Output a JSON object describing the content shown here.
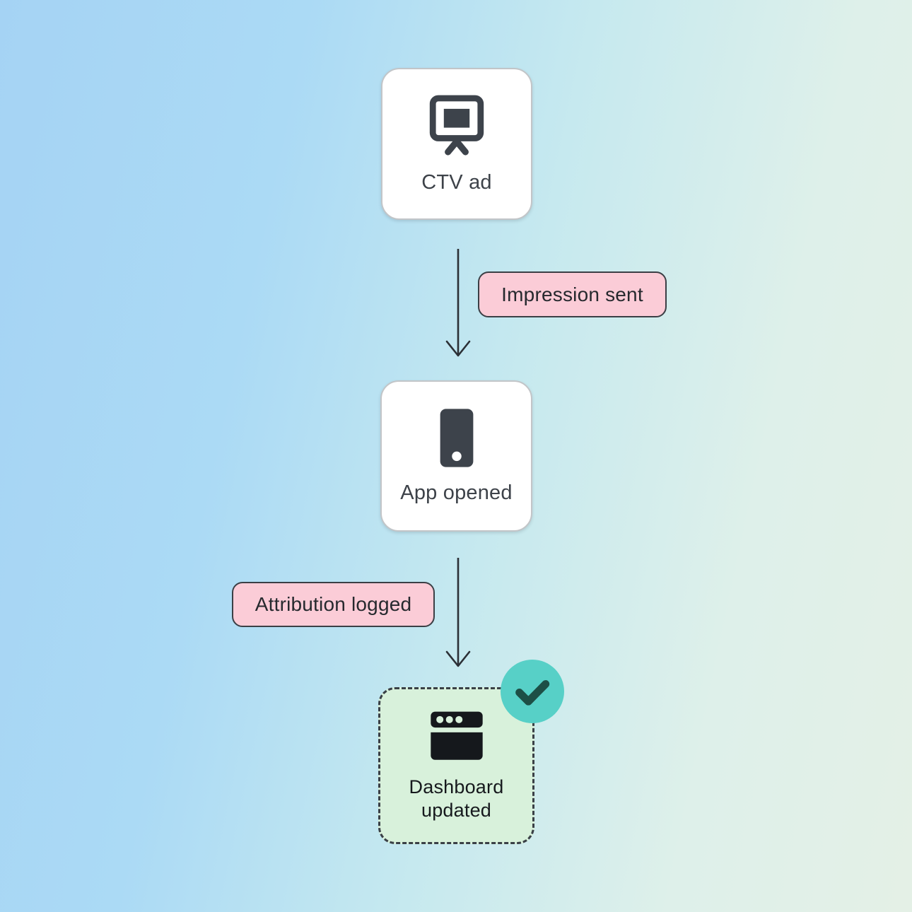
{
  "diagram": {
    "nodes": [
      {
        "id": "ctv-ad",
        "label": "CTV ad",
        "icon": "tv-presentation-icon",
        "style": "card"
      },
      {
        "id": "app-opened",
        "label": "App opened",
        "icon": "smartphone-icon",
        "style": "card"
      },
      {
        "id": "dashboard-updated",
        "label": "Dashboard updated",
        "icon": "browser-window-icon",
        "style": "card-dashed-success",
        "status_icon": "check-icon"
      }
    ],
    "edges": [
      {
        "from": "ctv-ad",
        "to": "app-opened",
        "label": "Impression sent"
      },
      {
        "from": "app-opened",
        "to": "dashboard-updated",
        "label": "Attribution logged"
      }
    ]
  },
  "colors": {
    "background_start": "#a5d3f4",
    "background_mid": "#c6e9ef",
    "background_end": "#e4f0e6",
    "card_bg": "#ffffff",
    "card_border": "#c2c5c8",
    "card_text": "#3d4249",
    "icon_dark": "#3d434b",
    "badge_bg": "#fbccd7",
    "badge_border": "#3b3f45",
    "badge_text": "#26292e",
    "success_bg": "#d8f1db",
    "success_border": "#3a4046",
    "success_text": "#16191d",
    "check_circle": "#57d0c7",
    "check_mark": "#1d4f46",
    "arrow": "#2c3036"
  }
}
